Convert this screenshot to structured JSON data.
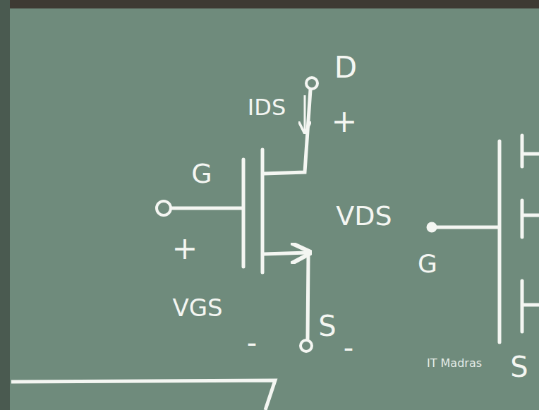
{
  "diagram": {
    "labels": [
      "D",
      "IDS",
      "+",
      "G",
      "VDS",
      "+",
      "VGS",
      "S",
      "-",
      "-",
      "G",
      "S",
      "IT Madras"
    ]
  }
}
